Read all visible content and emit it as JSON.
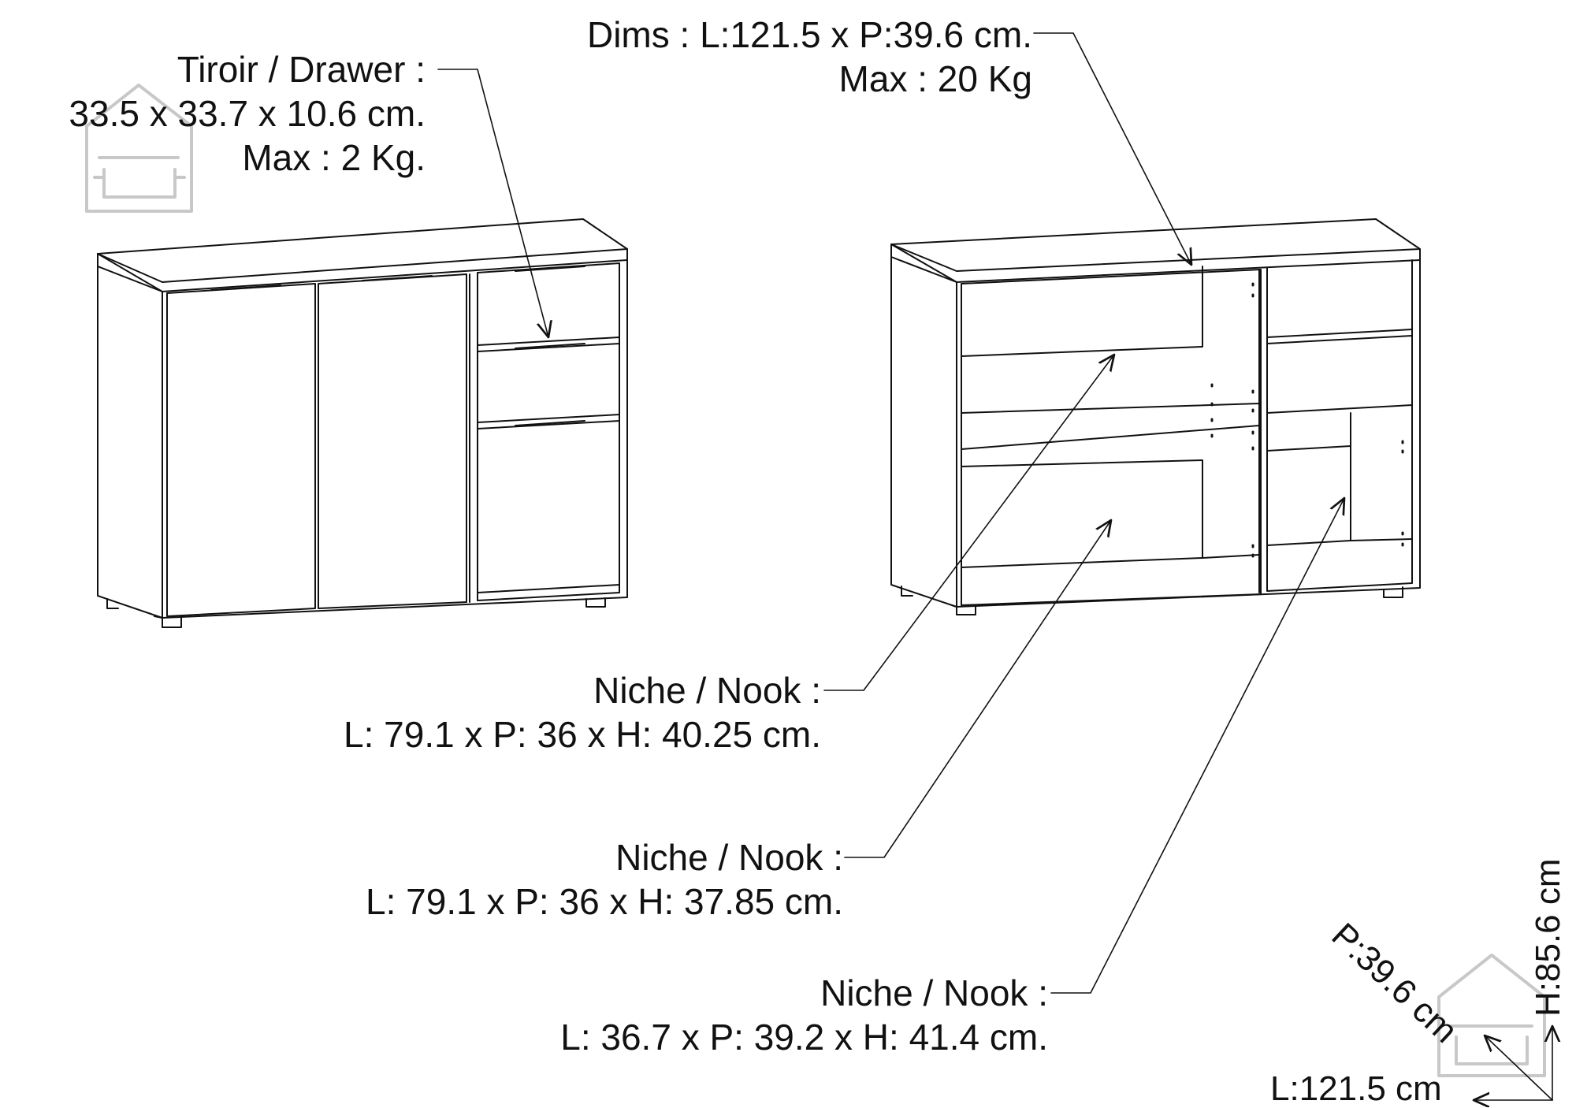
{
  "drawer": {
    "title": "Tiroir / Drawer :",
    "dims": "33.5 x 33.7 x 10.6 cm.",
    "max": "Max : 2 Kg."
  },
  "top": {
    "dims": "Dims : L:121.5 x P:39.6 cm.",
    "max": "Max : 20 Kg"
  },
  "niches": [
    {
      "title": "Niche / Nook :",
      "dims": "L: 79.1 x P: 36 x H: 40.25 cm."
    },
    {
      "title": "Niche / Nook :",
      "dims": "L: 79.1 x P: 36 x H: 37.85 cm."
    },
    {
      "title": "Niche / Nook :",
      "dims": "L: 36.7 x P: 39.2 x H: 41.4 cm."
    }
  ],
  "overall": {
    "depth": "P:39.6 cm",
    "height": "H:85.6 cm",
    "length": "L:121.5 cm"
  },
  "icons": [
    "house-sofa-watermark-icon",
    "house-sofa-watermark-icon"
  ],
  "colors": {
    "line": "#111111",
    "watermark": "#c8c8c8"
  }
}
